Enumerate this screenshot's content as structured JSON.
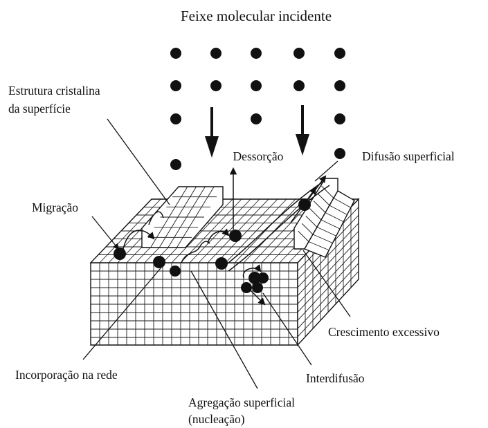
{
  "diagram": {
    "title": "Feixe molecular incidente",
    "labels": {
      "crystal_structure_line1": "Estrutura cristalina",
      "crystal_structure_line2": "da superfície",
      "desorption": "Dessorção",
      "surface_diffusion": "Difusão superficial",
      "migration": "Migração",
      "overgrowth": "Crescimento excessivo",
      "lattice_incorporation": "Incorporação na rede",
      "interdiffusion": "Interdifusão",
      "aggregation_line1": "Agregação superficial",
      "aggregation_line2": "(nucleação)"
    }
  }
}
